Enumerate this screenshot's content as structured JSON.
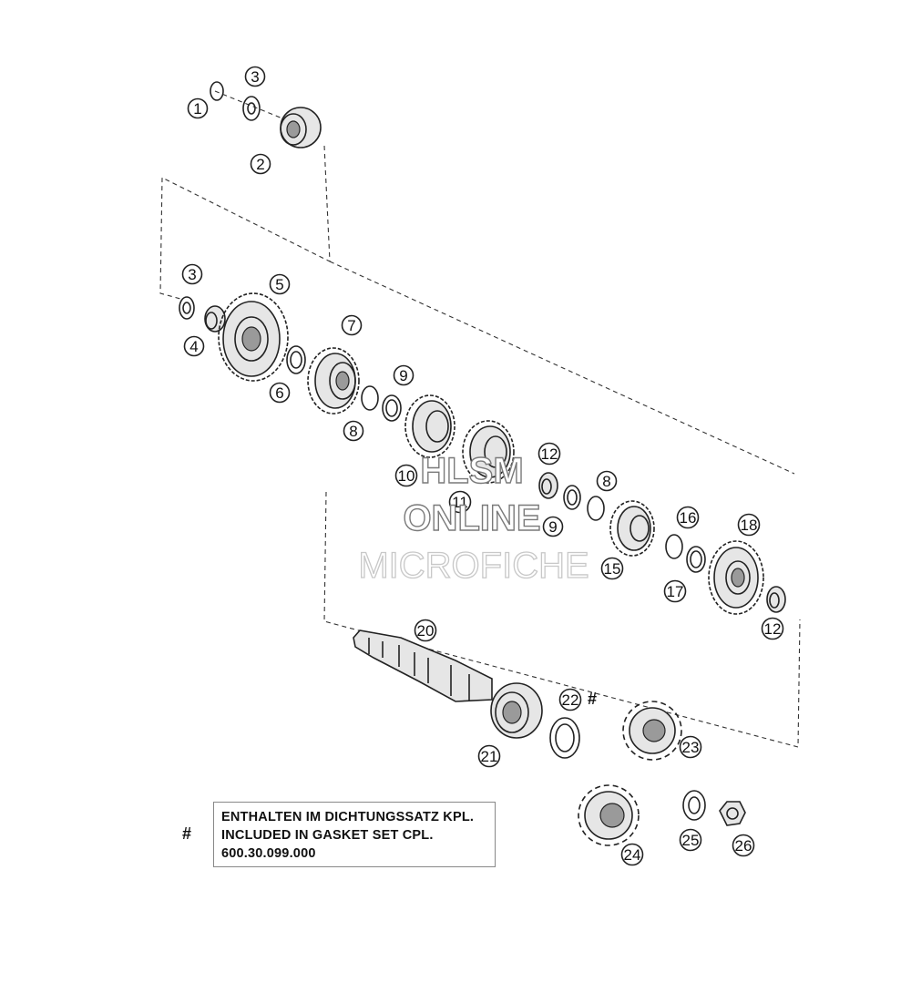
{
  "callouts": [
    "1",
    "2",
    "3",
    "3",
    "4",
    "5",
    "6",
    "7",
    "8",
    "9",
    "10",
    "11",
    "12",
    "9",
    "8",
    "15",
    "16",
    "17",
    "18",
    "12",
    "20",
    "21",
    "22",
    "23",
    "24",
    "25",
    "26"
  ],
  "parts": [
    {
      "name": "circlip"
    },
    {
      "name": "bearing"
    },
    {
      "name": "washer"
    },
    {
      "name": "needle-bearing"
    },
    {
      "name": "gear"
    },
    {
      "name": "washer"
    },
    {
      "name": "gear"
    },
    {
      "name": "circlip"
    },
    {
      "name": "washer"
    },
    {
      "name": "gear"
    },
    {
      "name": "gear"
    },
    {
      "name": "needle-bearing"
    },
    {
      "name": "gear"
    },
    {
      "name": "circlip"
    },
    {
      "name": "washer"
    },
    {
      "name": "gear"
    },
    {
      "name": "main-shaft"
    },
    {
      "name": "bearing"
    },
    {
      "name": "shaft-seal"
    },
    {
      "name": "sprocket"
    },
    {
      "name": "sprocket"
    },
    {
      "name": "washer"
    },
    {
      "name": "nut"
    }
  ],
  "legend": {
    "symbol": "#",
    "line1": "ENTHALTEN IM DICHTUNGSSATZ KPL.",
    "line2": "INCLUDED IN GASKET SET CPL.",
    "line3": "600.30.099.000"
  },
  "seal_marker": "#",
  "watermark": {
    "line1": "HLSM",
    "line2": "ONLINE",
    "line3": "MICROFICHE"
  },
  "colors": {
    "ink": "#222222",
    "background": "#ffffff",
    "watermark_outline": "#7a7a7a"
  }
}
